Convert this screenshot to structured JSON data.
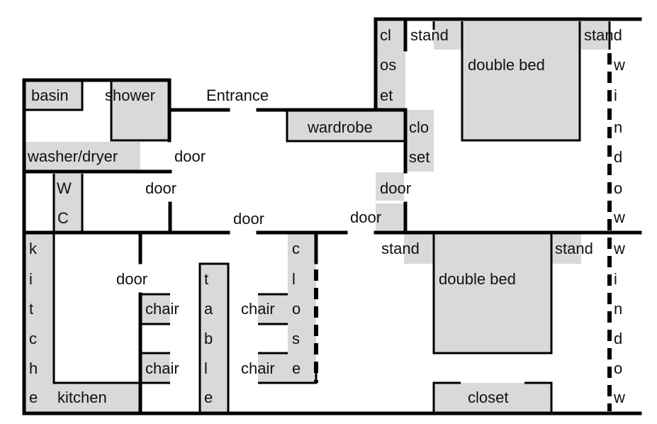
{
  "colors": {
    "wall": "#000000",
    "furniture": "#d9d9d9",
    "background": "#ffffff",
    "text": "#111111"
  },
  "bathroom": {
    "basin": "basin",
    "shower": "shower",
    "washer_dryer": "washer/dryer",
    "wc_top": "W",
    "wc_bottom": "C"
  },
  "entrance": "Entrance",
  "wardrobe": "wardrobe",
  "doors": {
    "bath": "door",
    "wc": "door",
    "hall": "door",
    "bedroom_top": "door",
    "bedroom_bottom": "door",
    "kitchen": "door"
  },
  "bedroom_top": {
    "closet_left": [
      "cl",
      "os",
      "et"
    ],
    "closet_mid": [
      "clo",
      "set"
    ],
    "stand_left": "stand",
    "stand_right": "stand",
    "bed": "double bed",
    "window": [
      "w",
      "i",
      "n",
      "d",
      "o",
      "w"
    ]
  },
  "bedroom_bottom": {
    "stand_left": "stand",
    "stand_right": "stand",
    "bed": "double bed",
    "closet": "closet",
    "window": [
      "w",
      "i",
      "n",
      "d",
      "o",
      "w"
    ]
  },
  "kitchen": {
    "vertical": [
      "k",
      "i",
      "t",
      "c",
      "h",
      "e"
    ],
    "label": "kitchen"
  },
  "dining": {
    "table": [
      "t",
      "a",
      "b",
      "l",
      "e"
    ],
    "chair_1": "chair",
    "chair_2": "chair",
    "chair_3": "chair",
    "chair_4": "chair",
    "closet": [
      "c",
      "l",
      "o",
      "s",
      "e"
    ]
  }
}
